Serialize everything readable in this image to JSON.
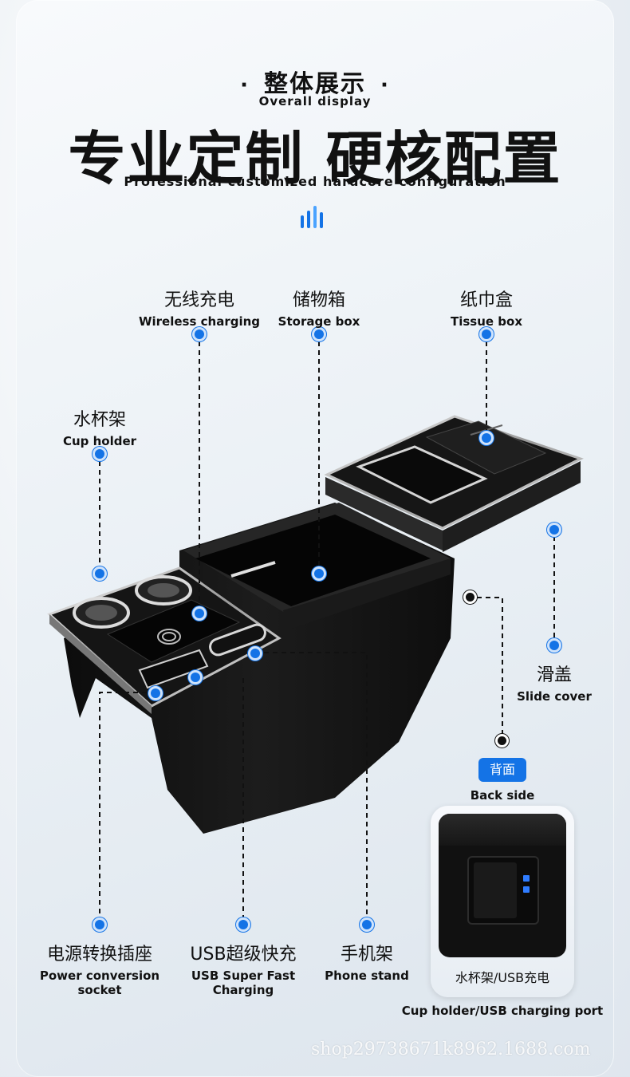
{
  "header": {
    "subtitle_cn": "整体展示",
    "subtitle_en": "Overall display",
    "title_cn": "专业定制 硬核配置",
    "title_en": "Professional customized hardcore configuration",
    "accent_color": "#1473e6"
  },
  "callouts": {
    "wireless": {
      "cn": "无线充电",
      "en": "Wireless charging"
    },
    "storage": {
      "cn": "储物箱",
      "en": "Storage box"
    },
    "tissue": {
      "cn": "纸巾盒",
      "en": "Tissue box"
    },
    "cup": {
      "cn": "水杯架",
      "en": "Cup holder"
    },
    "slide": {
      "cn": "滑盖",
      "en": "Slide cover"
    },
    "power": {
      "cn": "电源转换插座",
      "en": "Power conversion socket"
    },
    "usb": {
      "cn": "USB超级快充",
      "en": "USB Super Fast Charging"
    },
    "phone": {
      "cn": "手机架",
      "en": "Phone stand"
    }
  },
  "back": {
    "badge": "背面",
    "label_en": "Back side",
    "inset_caption": "水杯架/USB充电",
    "caption_en": "Cup holder/USB charging port"
  },
  "watermark": "shop29738671k8962.1688.com"
}
